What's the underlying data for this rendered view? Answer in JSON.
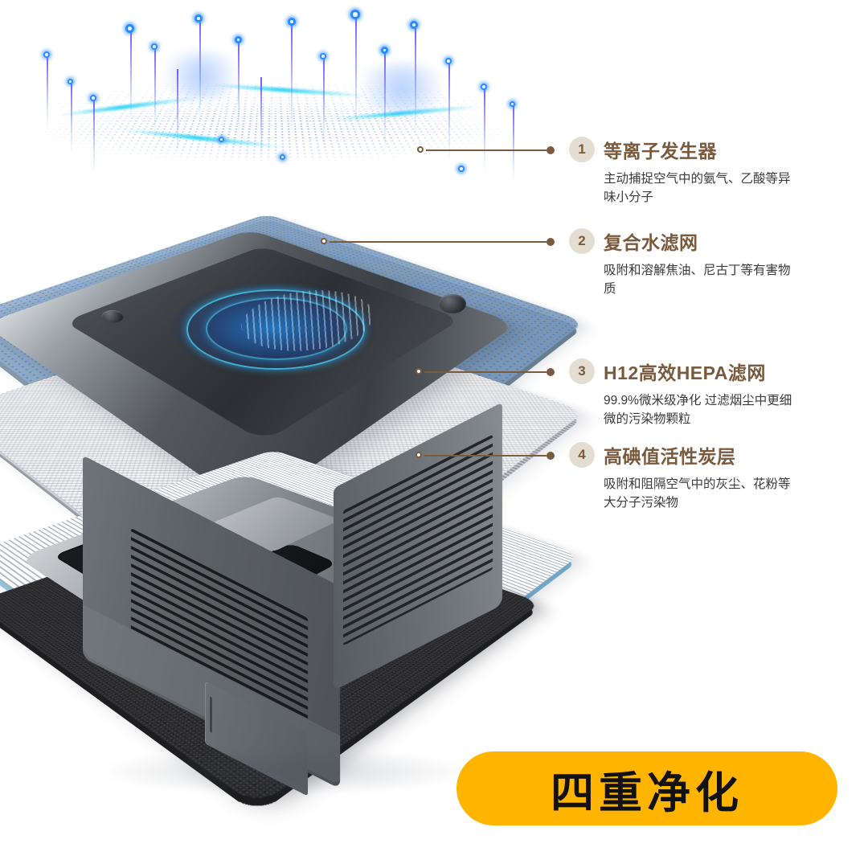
{
  "background_color": "#ffffff",
  "theme": {
    "accent_brown": "#7a5b3d",
    "title_brown": "#7a5a3c",
    "badge_circle_bg": "#e4ddd2",
    "badge_pill_bg": "#ffb400",
    "body_text": "#3b3b3b",
    "hepa_edge_blue": "#9fd0e8",
    "carbon_black": "#2a2a2c",
    "plasma_blue": "#2b8bff"
  },
  "product": {
    "name": "air-purifier-exploded-view",
    "layers": [
      {
        "key": "plasma-generator-plate",
        "label": "plasma generator layer"
      },
      {
        "key": "composite-water-filter-mesh",
        "label": "composite water filter mesh"
      },
      {
        "key": "fan-motor-module",
        "label": "fan motor module"
      },
      {
        "key": "hepa-filter-plate",
        "label": "H12 HEPA filter plate"
      },
      {
        "key": "activated-carbon-pad",
        "label": "activated carbon pad"
      },
      {
        "key": "main-body-housing",
        "label": "main body housing"
      }
    ]
  },
  "callouts": [
    {
      "number": "1",
      "title": "等离子发生器",
      "desc": "主动捕捉空气中的氨气、乙酸等异味小分子"
    },
    {
      "number": "2",
      "title": "复合水滤网",
      "desc": "吸附和溶解焦油、尼古丁等有害物质"
    },
    {
      "number": "3",
      "title": "H12高效HEPA滤网",
      "desc": "99.9%微米级净化 过滤烟尘中更细微的污染物颗粒"
    },
    {
      "number": "4",
      "title": "高碘值活性炭层",
      "desc": "吸附和阻隔空气中的灰尘、花粉等大分子污染物"
    }
  ],
  "badge": {
    "text": "四重净化"
  }
}
